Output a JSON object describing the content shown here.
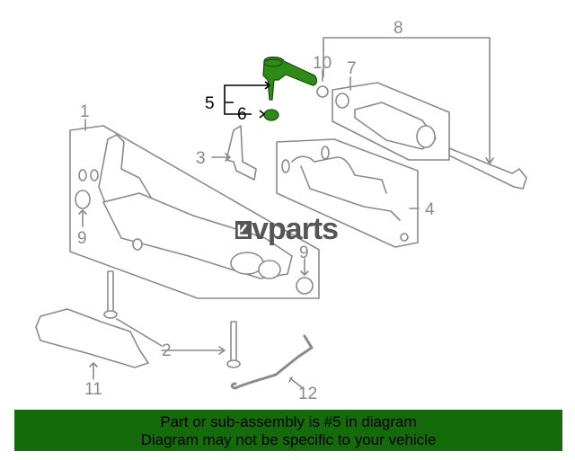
{
  "diagram": {
    "callouts": {
      "c1": "1",
      "c2": "2",
      "c3": "3",
      "c4": "4",
      "c5": "5",
      "c6": "6",
      "c7": "7",
      "c8": "8",
      "c9a": "9",
      "c9b": "9",
      "c10": "10",
      "c11": "11",
      "c12": "12"
    },
    "highlight_color": "#2e8b17",
    "logo_text": "vparts"
  },
  "banner": {
    "line1": "Part or sub-assembly is #5 in diagram",
    "line2": "Diagram may not be specific to your vehicle",
    "background": "#146b0a"
  }
}
